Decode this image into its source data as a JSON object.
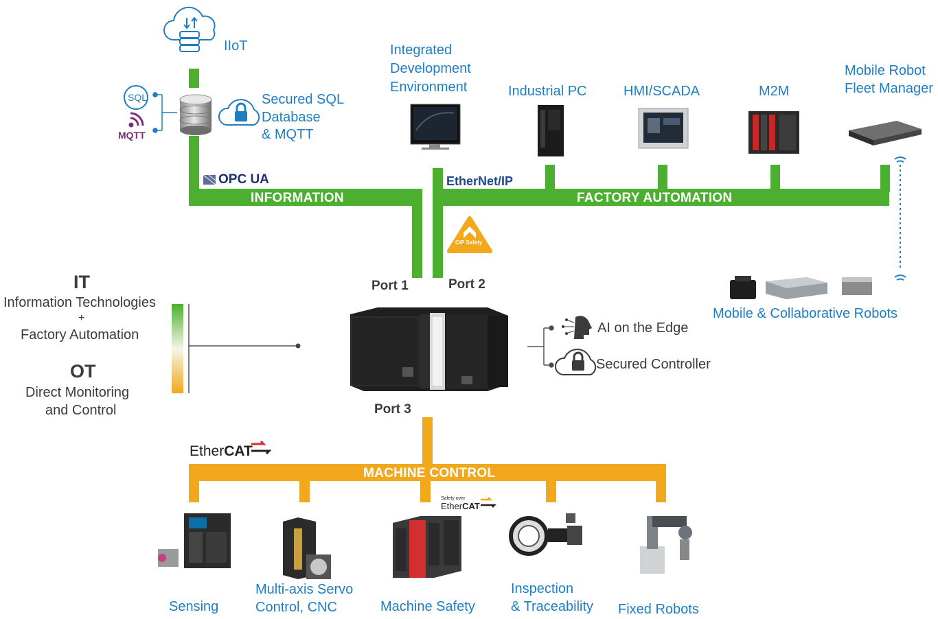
{
  "colors": {
    "information_bus": "#4caf2f",
    "machine_bus": "#f2a81d",
    "label_text": "#1f7ec2",
    "dark_text": "#3b3b3b"
  },
  "cloud": {
    "iiot_label": "IIoT",
    "sql_badge": "SQL",
    "mqtt_badge": "MQTT",
    "database_label_line1": "Secured SQL",
    "database_label_line2": "Database",
    "database_label_line3": "& MQTT"
  },
  "protocols": {
    "opc_ua": "OPC UA",
    "ethernet_ip": "EtherNet/IP",
    "cip_safety": "CIP Safety",
    "ethercat_ether": "Ether",
    "ethercat_cat": "CAT",
    "safety_over": "Safety over",
    "safety_ethercat_ether": "Ether",
    "safety_ethercat_cat": "CAT"
  },
  "buses": {
    "information": "INFORMATION",
    "factory_automation": "FACTORY AUTOMATION",
    "machine_control": "MACHINE CONTROL"
  },
  "factory_devices": [
    {
      "label_line1": "Integrated",
      "label_line2": "Development",
      "label_line3": "Environment",
      "icon": "monitor-icon"
    },
    {
      "label": "Industrial PC",
      "icon": "industrial-pc-icon"
    },
    {
      "label": "HMI/SCADA",
      "icon": "hmi-panel-icon"
    },
    {
      "label": "M2M",
      "icon": "m2m-module-icon"
    },
    {
      "label_line1": "Mobile Robot",
      "label_line2": "Fleet Manager",
      "icon": "rack-server-icon"
    }
  ],
  "mobile_robots_label": "Mobile & Collaborative Robots",
  "controller": {
    "port1": "Port 1",
    "port2": "Port 2",
    "port3": "Port 3",
    "ai_label": "AI on the Edge",
    "secured_label": "Secured Controller"
  },
  "it_ot": {
    "it_title": "IT",
    "it_line1": "Information Technologies",
    "plus": "+",
    "it_line2": "Factory Automation",
    "ot_title": "OT",
    "ot_line1": "Direct Monitoring",
    "ot_line2": "and Control"
  },
  "machine_devices": [
    {
      "label": "Sensing",
      "icon": "vision-sensor-icon"
    },
    {
      "label_line1": "Multi-axis Servo",
      "label_line2": "Control, CNC",
      "icon": "servo-drive-icon"
    },
    {
      "label": "Machine Safety",
      "icon": "safety-io-icon"
    },
    {
      "label_line1": "Inspection",
      "label_line2": "& Traceability",
      "icon": "ring-light-camera-icon"
    },
    {
      "label": "Fixed Robots",
      "icon": "scara-robot-icon"
    }
  ]
}
